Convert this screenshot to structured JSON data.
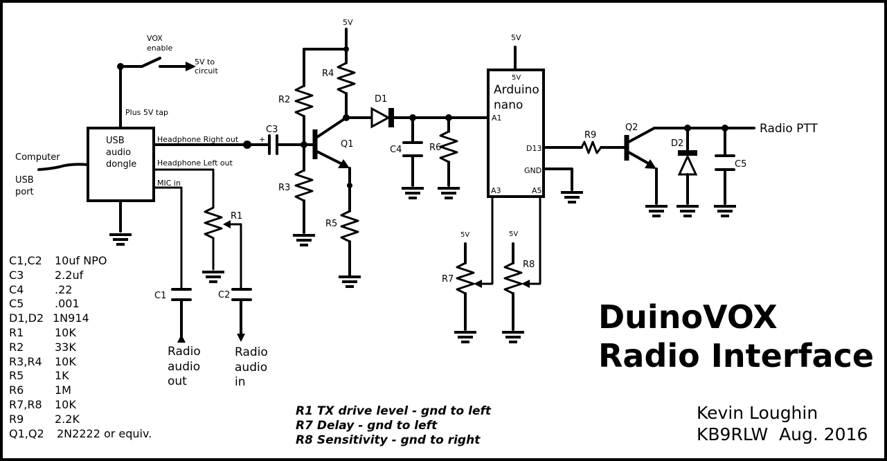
{
  "supply": {
    "q1_5v": "5V",
    "nano_5v_top": "5V",
    "nano_5v_pin": "5V",
    "r7_5v": "5V",
    "r8_5v": "5V"
  },
  "vox": {
    "line1": "VOX",
    "line2": "enable",
    "to_line1": "5V to",
    "to_line2": "circuit",
    "tap_label": "Plus 5V tap"
  },
  "usb_dongle": {
    "line1": "USB",
    "line2": "audio",
    "line3": "dongle",
    "right_out": "Headphone Right out",
    "left_out": "Headphone Left out",
    "mic_in": "MIC in"
  },
  "computer": {
    "line1": "Computer",
    "line2": "USB",
    "line3": "port"
  },
  "arduino": {
    "line1": "Arduino",
    "line2": "nano",
    "pin_a1": "A1",
    "pin_d13": "D13",
    "pin_gnd": "GND",
    "pin_a3": "A3",
    "pin_a5": "A5"
  },
  "components": {
    "r1": "R1",
    "r2": "R2",
    "r3": "R3",
    "r4": "R4",
    "r5": "R5",
    "r6": "R6",
    "r7": "R7",
    "r8": "R8",
    "r9": "R9",
    "c1": "C1",
    "c2": "C2",
    "c3": "C3",
    "c4": "C4",
    "c5": "C5",
    "d1": "D1",
    "d2": "D2",
    "q1": "Q1",
    "q2": "Q2",
    "c3_polarity": "+"
  },
  "ports": {
    "radio_ptt": "Radio PTT",
    "audio_out": [
      "Radio",
      "audio",
      "out"
    ],
    "audio_in": [
      "Radio",
      "audio",
      "in"
    ]
  },
  "bom": [
    {
      "ref": "C1,C2",
      "value": "10uf NPO"
    },
    {
      "ref": "C3",
      "value": "2.2uf"
    },
    {
      "ref": "C4",
      "value": ".22"
    },
    {
      "ref": "C5",
      "value": ".001"
    },
    {
      "ref": "D1,D2",
      "value": "1N914"
    },
    {
      "ref": "R1",
      "value": "10K"
    },
    {
      "ref": "R2",
      "value": "33K"
    },
    {
      "ref": "R3,R4",
      "value": "10K"
    },
    {
      "ref": "R5",
      "value": "1K"
    },
    {
      "ref": "R6",
      "value": "1M"
    },
    {
      "ref": "R7,R8",
      "value": "10K"
    },
    {
      "ref": "R9",
      "value": "2.2K"
    },
    {
      "ref": "Q1,Q2",
      "value": "2N2222 or equiv."
    }
  ],
  "notes": [
    "R1 TX drive level - gnd to left",
    "R7 Delay - gnd to left",
    "R8 Sensitivity - gnd to right"
  ],
  "title": {
    "line1": "DuinoVOX",
    "line2": "Radio Interface"
  },
  "author": {
    "name": "Kevin Loughin",
    "callsign_date": "KB9RLW  Aug. 2016"
  }
}
